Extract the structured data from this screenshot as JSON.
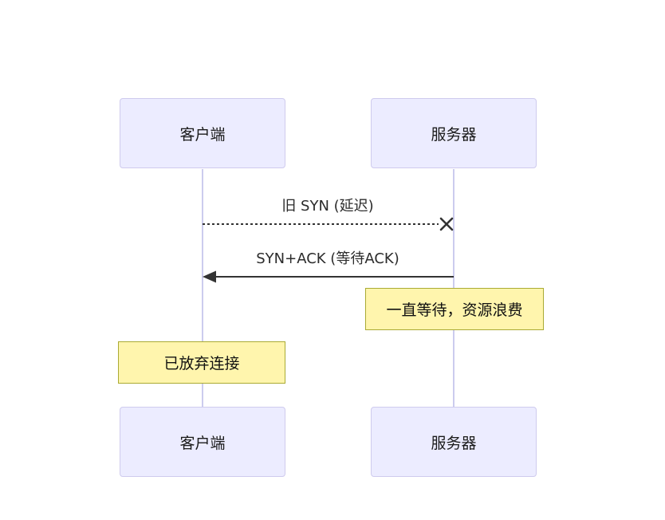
{
  "diagram": {
    "type": "sequence-diagram",
    "topic": "TCP old SYN / wasted connection scenario",
    "actors": [
      {
        "id": "client",
        "label": "客户端"
      },
      {
        "id": "server",
        "label": "服务器"
      }
    ],
    "messages": [
      {
        "from": "client",
        "to": "server",
        "label": "旧 SYN (延迟)",
        "line_style": "dotted",
        "end_marker": "cross"
      },
      {
        "from": "server",
        "to": "client",
        "label": "SYN+ACK (等待ACK)",
        "line_style": "solid",
        "end_marker": "arrowhead"
      }
    ],
    "notes": [
      {
        "over": "server",
        "text": "一直等待，资源浪费"
      },
      {
        "over": "client",
        "text": "已放弃连接"
      }
    ],
    "colors": {
      "background": "#FFFFFF",
      "actor_fill": "#ECECFF",
      "actor_border": "#CFCBEE",
      "lifeline": "#CCCCEE",
      "note_fill": "#FFF5AD",
      "note_border": "#AAAA33",
      "message_line": "#333333",
      "text": "#1A1A1A"
    }
  }
}
